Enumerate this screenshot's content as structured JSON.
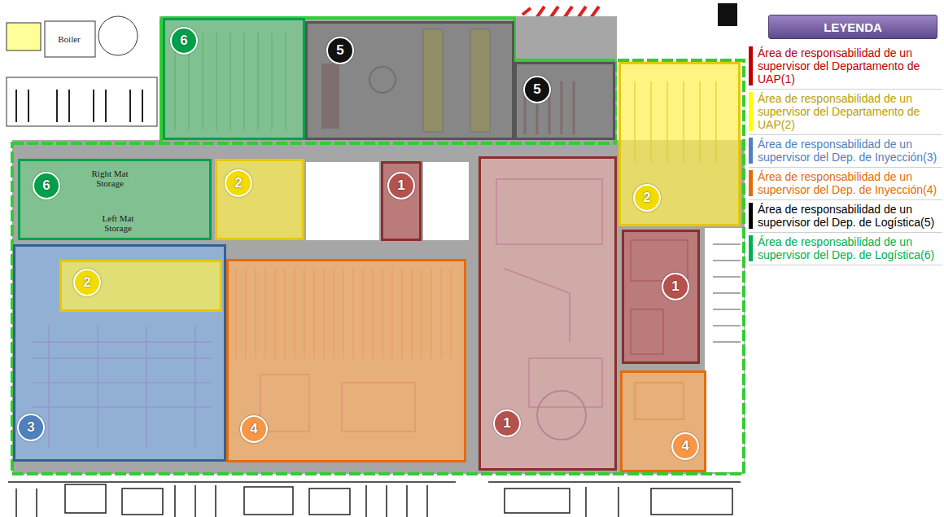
{
  "diagram": {
    "nodes": [
      {
        "text": [
          "6"
        ]
      },
      {
        "text": [
          "5"
        ]
      },
      {
        "text": [
          "5"
        ]
      },
      {
        "text": [
          "2"
        ]
      },
      {
        "text": [
          "6"
        ]
      },
      {
        "text": [
          "2"
        ]
      },
      {
        "text": [
          "1"
        ]
      },
      {
        "text": [
          "1"
        ]
      },
      {
        "text": [
          "1"
        ]
      },
      {
        "text": [
          "3"
        ]
      },
      {
        "text": [
          "2"
        ],
        "in": 9
      },
      {
        "text": [
          "4"
        ]
      },
      {
        "text": [
          "4"
        ]
      }
    ],
    "labels": [
      "Right Mat Storage",
      "Left Mat Storage",
      "Boiler",
      "LEYENDA"
    ],
    "legend": [
      {
        "text": "Área de responsabilidad de un supervisor del Departamento de UAP(1)",
        "color": "#c00000"
      },
      {
        "text": "Área de responsabilidad de un supervisor del Departamento de UAP(2)",
        "color": "#ffff00"
      },
      {
        "text": "Área de responsabilidad de un supervisor del Dep. de Inyección(3)",
        "color": "#4f81bd"
      },
      {
        "text": "Área de responsabilidad de un supervisor del Dep. de Inyección(4)",
        "color": "#e46c0a"
      },
      {
        "text": "Área de responsabilidad de un supervisor del Dep. de Logística(5)",
        "color": "#000000"
      },
      {
        "text": "Área de responsabilidad de un supervisor del Dep. de Logística(6)",
        "color": "#00b050"
      }
    ]
  }
}
